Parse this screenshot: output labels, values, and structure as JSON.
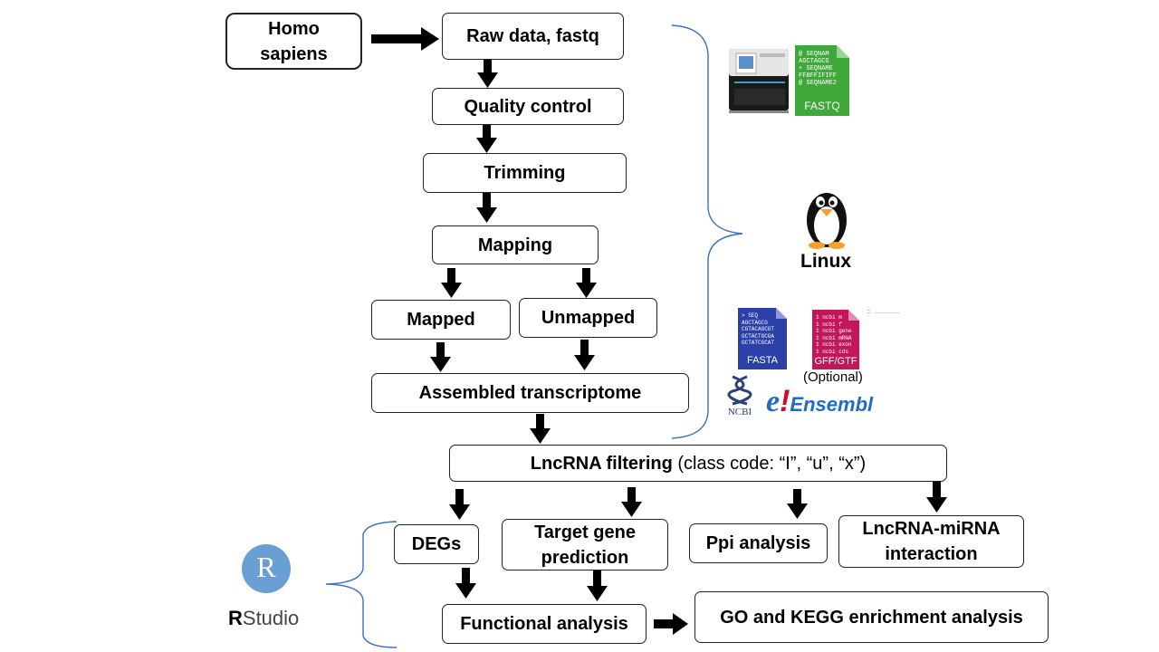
{
  "nodes": {
    "source": "Homo\nsapiens",
    "raw": "Raw data, fastq",
    "qc": "Quality control",
    "trim": "Trimming",
    "map": "Mapping",
    "mapped": "Mapped",
    "unmapped": "Unmapped",
    "assembled": "Assembled transcriptome",
    "filter_bold": "LncRNA filtering",
    "filter_rest": " (class code: “I”, “u”, “x”)",
    "degs": "DEGs",
    "target": "Target gene\nprediction",
    "ppi": "Ppi analysis",
    "mirna": "LncRNA-miRNA\ninteraction",
    "functional": "Functional analysis",
    "go": "GO and KEGG enrichment analysis"
  },
  "tools": {
    "linux": "Linux",
    "fastq_label": "FASTQ",
    "fastq_lines": [
      "@ SEQNAM",
      "AGCTAGCG",
      "+ SEQNAME",
      "FFBFFIFIFF",
      "@ SEQNAME2"
    ],
    "fasta_label": "FASTA",
    "fasta_lines": [
      "> SEQ",
      "AGCTAGCG",
      "CGTACAGCGT",
      "GCTACTGCGA",
      "GCTATCGCAT"
    ],
    "gff_label": "GFF/GTF",
    "gff_lines": [
      "1 ncbi m",
      "1 ncbi f",
      "1 ncbi gene",
      "1 ncbi mRNA",
      "1 ncbi exon",
      "1 ncbi cds"
    ],
    "optional": "(Optional)",
    "ncbi": "NCBI",
    "ensembl_e": "e",
    "ensembl_bang": "!",
    "ensembl_word": "Ensembl",
    "rstudio_r": "R",
    "rstudio_word": "Studio",
    "r_logo": "R"
  },
  "colors": {
    "bracket": "#3b6fc0",
    "fastq_green": "#3ea838",
    "fasta_blue": "#2b3fa8",
    "gff_pink": "#c2185b",
    "ensembl_red": "#c8102e",
    "ensembl_blue": "#1e6cc4",
    "r_logo_blue": "#6a9fd4"
  }
}
